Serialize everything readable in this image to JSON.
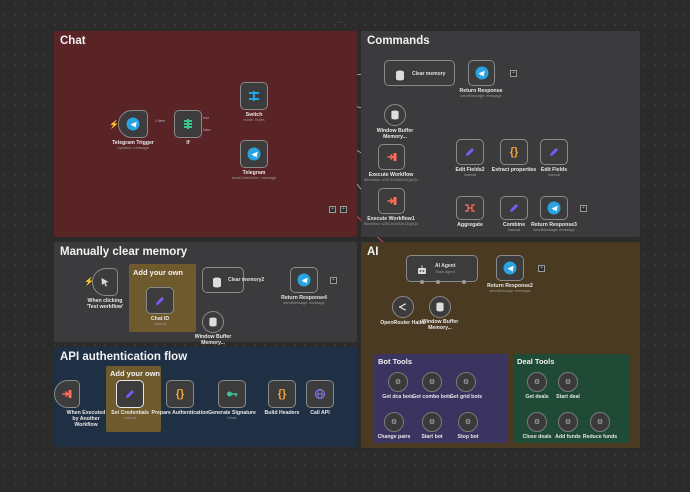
{
  "groups": {
    "chat": {
      "title": "Chat",
      "color": "#5a2326"
    },
    "commands": {
      "title": "Commands",
      "color": "#3b3b3d"
    },
    "manual": {
      "title": "Manually clear memory",
      "color": "#3b3b3d"
    },
    "ai": {
      "title": "AI",
      "color": "#4a3a22"
    },
    "api": {
      "title": "API authentication flow",
      "color": "#1f2f44"
    },
    "bot_tools": {
      "title": "Bot Tools",
      "color": "#3b3360"
    },
    "deal_tools": {
      "title": "Deal Tools",
      "color": "#1f4a36"
    }
  },
  "nodes": {
    "telegram_trigger": {
      "label": "Telegram Trigger",
      "sub": "Updates: message"
    },
    "if": {
      "label": "If"
    },
    "if_branches": {
      "true": "true",
      "false": "false"
    },
    "switch": {
      "label": "Switch",
      "sub": "mode: Rules"
    },
    "telegram": {
      "label": "Telegram",
      "sub": "sendChatAction: message"
    },
    "clear_memory": {
      "label": "Clear memory"
    },
    "return_response": {
      "label": "Return Response",
      "sub": "sendMessage: message"
    },
    "window_buffer_memory": {
      "label": "Window Buffer Memory..."
    },
    "execute_workflow": {
      "label": "Execute Workflow",
      "sub": "Workflow: s2SChGs5ZeJZgAQc"
    },
    "edit_fields2": {
      "label": "Edit Fields2",
      "sub": "manual"
    },
    "extract_properties": {
      "label": "Extract properties"
    },
    "edit_fields": {
      "label": "Edit Fields",
      "sub": "manual"
    },
    "execute_workflow1": {
      "label": "Execute Workflow1",
      "sub": "Workflow: s2SChGs5ZeJZgAQc"
    },
    "aggregate": {
      "label": "Aggregate"
    },
    "combine": {
      "label": "Combine",
      "sub": "manual"
    },
    "return_response3": {
      "label": "Return Response3",
      "sub": "sendMessage: message"
    },
    "manual_trigger": {
      "label": "When clicking 'Test workflow'"
    },
    "sticky_add": {
      "title": "Add your own"
    },
    "chat_id": {
      "label": "Chat ID",
      "sub": "manual"
    },
    "clear_memory2": {
      "label": "Clear memory2"
    },
    "return_response4": {
      "label": "Return Response4",
      "sub": "sendMessage: message"
    },
    "window_buffer_memory2": {
      "label": "Window Buffer Memory..."
    },
    "ai_agent": {
      "label": "AI Agent",
      "sub": "Tools Agent"
    },
    "return_response2": {
      "label": "Return Response2",
      "sub": "sendMessage: message"
    },
    "openrouter": {
      "label": "OpenRouter Haiku"
    },
    "window_buffer_memory3": {
      "label": "Window Buffer Memory..."
    },
    "exec_by_workflow": {
      "label": "When Executed by Another Workflow"
    },
    "sticky_add2": {
      "title": "Add your own"
    },
    "set_credentials": {
      "label": "Set Credentials",
      "sub": "manual"
    },
    "prepare_auth": {
      "label": "Prepare Authentication"
    },
    "generate_sig": {
      "label": "Generate Signature",
      "sub": "hmac"
    },
    "build_headers": {
      "label": "Build Headers"
    },
    "call_api": {
      "label": "Call API"
    }
  },
  "bot_tools": [
    "Get dca bots",
    "Get combo bots",
    "Get grid bots",
    "Change pairs",
    "Start bot",
    "Stop bot"
  ],
  "deal_tools": [
    "Get deals",
    "Start deal",
    "Close deals",
    "Add funds",
    "Reduce funds"
  ],
  "colors": {
    "telegram": "#2aa3e0",
    "accent_red": "#ff6d5a",
    "purple": "#7a5af8",
    "orange": "#f7a13a",
    "green": "#3ec28f",
    "wire": "#bfbfbf",
    "wire_red": "#e0505a"
  }
}
